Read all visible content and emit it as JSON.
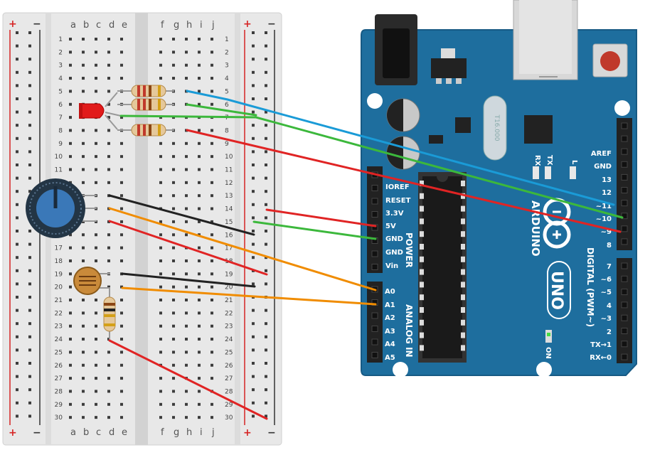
{
  "breadboard": {
    "column_letters_left": [
      "a",
      "b",
      "c",
      "d",
      "e"
    ],
    "column_letters_right": [
      "f",
      "g",
      "h",
      "i",
      "j"
    ],
    "row_numbers": [
      "1",
      "2",
      "3",
      "4",
      "5",
      "6",
      "7",
      "8",
      "9",
      "10",
      "11",
      "12",
      "13",
      "14",
      "15",
      "16",
      "17",
      "18",
      "19",
      "20",
      "21",
      "22",
      "23",
      "24",
      "25",
      "26",
      "27",
      "28",
      "29",
      "30"
    ],
    "rail_plus": "+",
    "rail_minus": "−",
    "colors": {
      "body": "#e6e6e6",
      "channel": "#d4d4d4",
      "hole": "#3c3c3c",
      "rail_red": "#d62424",
      "rail_black": "#333333"
    }
  },
  "arduino": {
    "power_header_labels": [
      "IOREF",
      "RESET",
      "3.3V",
      "5V",
      "GND",
      "GND",
      "Vin"
    ],
    "power_title": "POWER",
    "analog_labels": [
      "A0",
      "A1",
      "A2",
      "A3",
      "A4",
      "A5"
    ],
    "analog_title": "ANALOG IN",
    "digital_top_labels": [
      "AREF",
      "GND",
      "13",
      "12",
      "~11",
      "~10",
      "~9",
      "8"
    ],
    "digital_bottom_labels": [
      "7",
      "~6",
      "~5",
      "4",
      "~3",
      "2",
      "TX→1",
      "RX←0"
    ],
    "digital_title": "DIGITAL (PWM~)",
    "brand_text": "ARDUINO",
    "uno_text": "UNO",
    "led_tx": "TX",
    "led_rx": "RX",
    "led_l": "L",
    "on_label": "ON",
    "crystal_text": "T16.000",
    "colors": {
      "board": "#1e6e9e",
      "board_edge": "#175a84",
      "header": "#222222",
      "chip": "#1a1a1a"
    }
  },
  "wires": {
    "colors": {
      "blue": "#1a9bd7",
      "green": "#3cb83c",
      "red": "#e02424",
      "black": "#222222",
      "orange": "#f08c00"
    }
  }
}
